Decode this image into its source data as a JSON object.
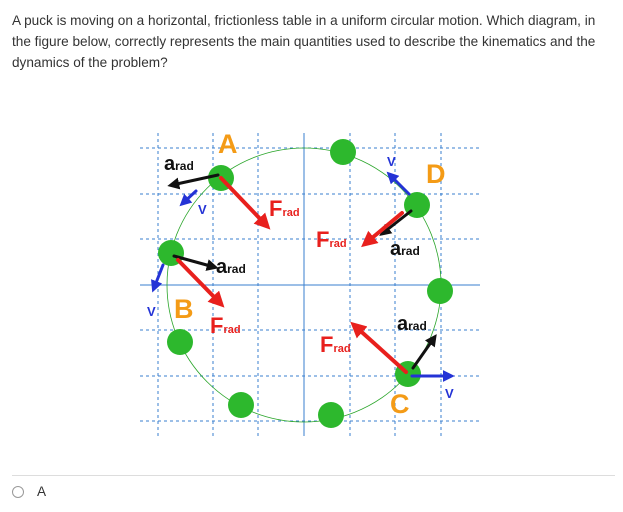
{
  "question": {
    "text": "A puck is moving on a horizontal, frictionless table in a uniform circular motion. Which diagram, in the figure below, correctly represents the main quantities used to describe the kinematics and the dynamics of the problem?"
  },
  "colors": {
    "puck": "#2db82d",
    "circle": "#2aa52a",
    "grid": "#3a7fcf",
    "force": "#e8201d",
    "acceleration": "#111111",
    "velocity": "#2433d6",
    "point_label": "#f49b16"
  },
  "figure": {
    "labels": {
      "point_a": "A",
      "point_b": "B",
      "point_c": "C",
      "point_d": "D",
      "a_rad_a": "a",
      "a_rad_a_sub": "rad",
      "v_a": "V",
      "f_rad_a": "F",
      "f_rad_a_sub": "rad",
      "a_rad_b": "a",
      "a_rad_b_sub": "rad",
      "v_b": "V",
      "f_rad_b": "F",
      "f_rad_b_sub": "rad",
      "v_d": "V",
      "f_rad_d": "F",
      "f_rad_d_sub": "rad",
      "a_rad_d": "a",
      "a_rad_d_sub": "rad",
      "f_rad_c": "F",
      "f_rad_c_sub": "rad",
      "a_rad_c": "a",
      "a_rad_c_sub": "rad",
      "v_c": "V"
    }
  },
  "answers": {
    "options": [
      {
        "label": "A"
      }
    ]
  }
}
